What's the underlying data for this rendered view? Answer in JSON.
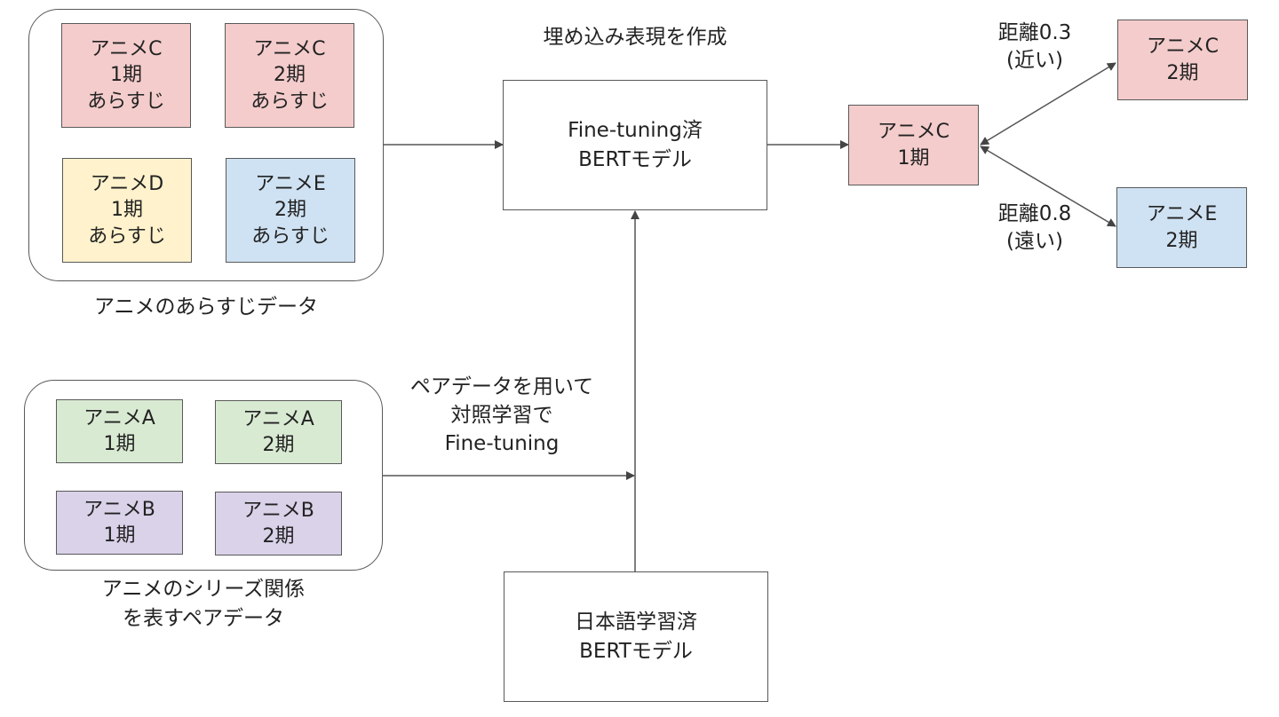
{
  "synopsis_group": {
    "caption": "アニメのあらすじデータ",
    "cards": [
      {
        "title": "アニメC",
        "season": "1期",
        "desc": "あらすじ",
        "color": "#f4cccc"
      },
      {
        "title": "アニメC",
        "season": "2期",
        "desc": "あらすじ",
        "color": "#f4cccc"
      },
      {
        "title": "アニメD",
        "season": "1期",
        "desc": "あらすじ",
        "color": "#fff2cc"
      },
      {
        "title": "アニメE",
        "season": "2期",
        "desc": "あらすじ",
        "color": "#cfe2f3"
      }
    ]
  },
  "pair_group": {
    "caption_line1": "アニメのシリーズ関係",
    "caption_line2": "を表すペアデータ",
    "pairs": [
      {
        "left": {
          "title": "アニメA",
          "season": "1期"
        },
        "right": {
          "title": "アニメA",
          "season": "2期"
        },
        "color": "#d9ead3"
      },
      {
        "left": {
          "title": "アニメB",
          "season": "1期"
        },
        "right": {
          "title": "アニメB",
          "season": "2期"
        },
        "color": "#d9d2e9"
      }
    ]
  },
  "finetune_label": {
    "line1": "ペアデータを用いて",
    "line2": "対照学習で",
    "line3": "Fine-tuning"
  },
  "embedding_label": "埋め込み表現を作成",
  "finetuned_model": {
    "line1": "Fine-tuning済",
    "line2": "BERTモデル"
  },
  "pretrained_model": {
    "line1": "日本語学習済",
    "line2": "BERTモデル"
  },
  "query": {
    "title": "アニメC",
    "season": "1期",
    "color": "#f4cccc"
  },
  "results": [
    {
      "title": "アニメC",
      "season": "2期",
      "distance_label": "距離0.3",
      "relation": "(近い)",
      "distance": 0.3,
      "color": "#f4cccc"
    },
    {
      "title": "アニメE",
      "season": "2期",
      "distance_label": "距離0.8",
      "relation": "(遠い)",
      "distance": 0.8,
      "color": "#cfe2f3"
    }
  ]
}
